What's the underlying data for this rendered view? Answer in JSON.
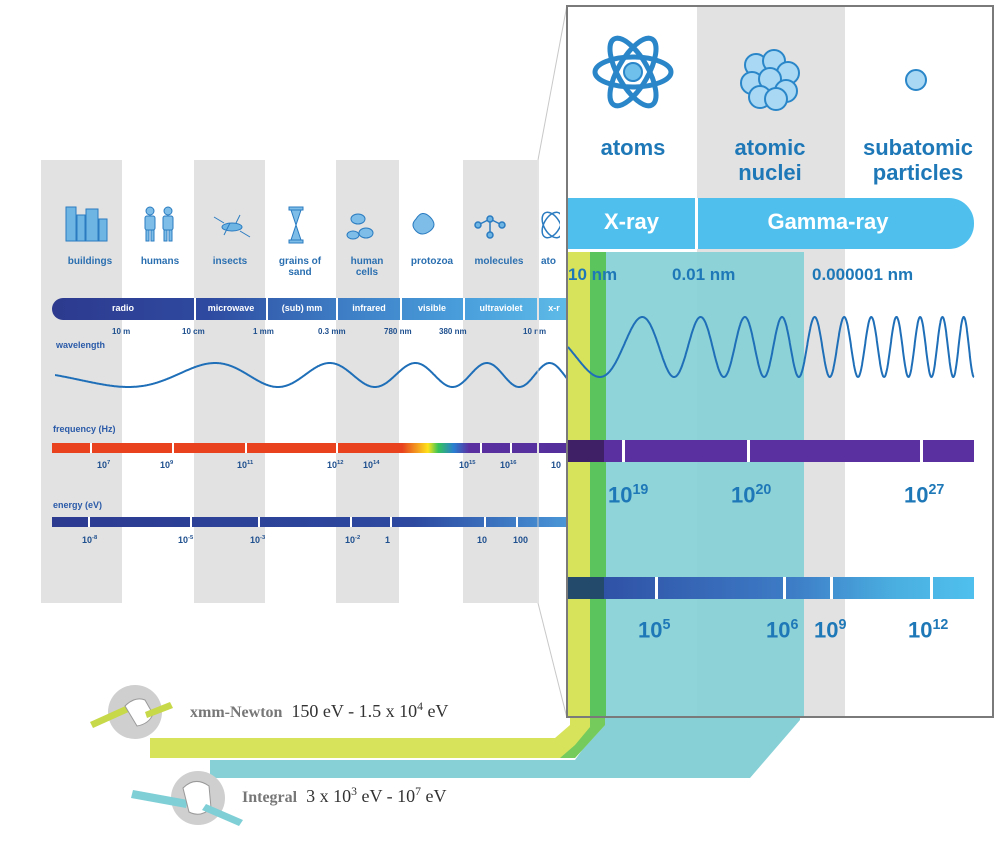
{
  "columns": [
    {
      "label": "buildings"
    },
    {
      "label": "humans"
    },
    {
      "label": "insects"
    },
    {
      "label": "grains of sand"
    },
    {
      "label": "human cells"
    },
    {
      "label": "protozoa"
    },
    {
      "label": "molecules"
    },
    {
      "label": "ato"
    }
  ],
  "bands": [
    "radio",
    "microwave",
    "(sub) mm",
    "infrared",
    "visible",
    "ultraviolet",
    "x-r"
  ],
  "wavelength_ticks": [
    "10 m",
    "10 cm",
    "1 mm",
    "0.3 mm",
    "780 nm",
    "380 nm",
    "10 nm"
  ],
  "wavelength_title": "wavelength",
  "frequency_title": "frequency (Hz)",
  "frequency_ticks": [
    {
      "base": "10",
      "exp": "7"
    },
    {
      "base": "10",
      "exp": "9"
    },
    {
      "base": "10",
      "exp": "11"
    },
    {
      "base": "10",
      "exp": "12"
    },
    {
      "base": "10",
      "exp": "14"
    },
    {
      "base": "10",
      "exp": "15"
    },
    {
      "base": "10",
      "exp": "16"
    },
    {
      "base": "10",
      "exp": ""
    }
  ],
  "energy_title": "energy (eV)",
  "energy_ticks": [
    {
      "base": "10",
      "exp": "-8"
    },
    {
      "base": "10",
      "exp": "-5"
    },
    {
      "base": "10",
      "exp": "-3"
    },
    {
      "base": "10",
      "exp": "-2"
    },
    {
      "base": "1",
      "exp": ""
    },
    {
      "base": "10",
      "exp": ""
    },
    {
      "base": "100",
      "exp": ""
    }
  ],
  "zoom": {
    "categories": [
      {
        "label": "atoms"
      },
      {
        "label": "atomic nuclei"
      },
      {
        "label": "subatomic particles"
      }
    ],
    "xray_label": "X-ray",
    "gamma_label": "Gamma-ray",
    "wavelengths": [
      "10 nm",
      "0.01 nm",
      "0.000001 nm"
    ],
    "frequency": [
      {
        "base": "10",
        "exp": "19"
      },
      {
        "base": "10",
        "exp": "20"
      },
      {
        "base": "10",
        "exp": "27"
      }
    ],
    "energy": [
      {
        "base": "10",
        "exp": "5"
      },
      {
        "base": "10",
        "exp": "6"
      },
      {
        "base": "10",
        "exp": "9"
      },
      {
        "base": "10",
        "exp": "12"
      }
    ]
  },
  "missions": [
    {
      "name": "xmm-Newton",
      "range_a": "150 eV - 1.5 x 10",
      "exp1": "4",
      "range_b": " eV",
      "color": "#c9dc4a"
    },
    {
      "name": "Integral",
      "range_a": "3 x 10",
      "exp1": "3",
      "range_b": " eV - 10",
      "exp2": "7",
      "range_c": " eV",
      "color": "#7fcfd6"
    }
  ]
}
